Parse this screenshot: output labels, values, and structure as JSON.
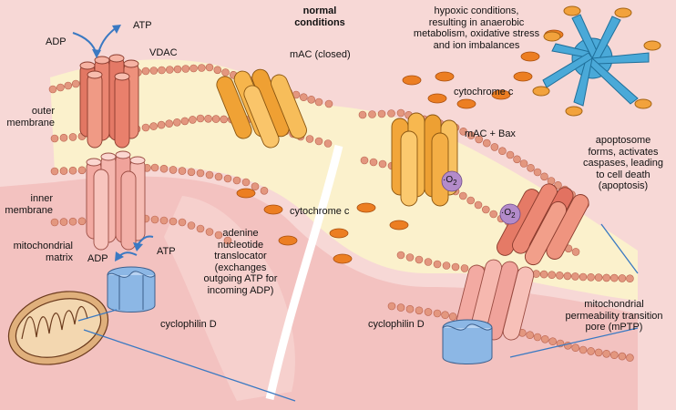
{
  "headings": {
    "normal": [
      "normal",
      "conditions"
    ],
    "hypoxic_title": "hypoxic conditions,",
    "hypoxic_sub": [
      "resulting in anaerobic",
      "metabolism, oxidative stress",
      "and ion imbalances"
    ]
  },
  "labels": {
    "adp_top": "ADP",
    "atp_top": "ATP",
    "vdac": "VDAC",
    "outer_membrane": [
      "outer",
      "membrane"
    ],
    "inner_membrane": [
      "inner",
      "membrane"
    ],
    "matrix": [
      "mitochondrial",
      "matrix"
    ],
    "adp_bottom": "ADP",
    "atp_bottom": "ATP",
    "ant": [
      "adenine",
      "nucleotide",
      "translocator",
      "(exchanges",
      "outgoing ATP for",
      "incoming ADP)"
    ],
    "cyclophilin_left": "cyclophilin D",
    "mac_closed": "mAC (closed)",
    "cytochrome_center": "cytochrome c",
    "cytochrome_right": "cytochrome c",
    "mac_bax": "mAC + Bax",
    "o2_symbol": "·O",
    "o2_sub": "2",
    "apoptosome": [
      "apoptosome",
      "forms, activates",
      "caspases, leading",
      "to cell death",
      "(apoptosis)"
    ],
    "cyclophilin_right": "cyclophilin D",
    "mptp": [
      "mitochondrial",
      "permeability transition",
      "pore (mPTP)"
    ]
  },
  "colors": {
    "cytosol": "#f6d3d1",
    "membrane_band": "#fbefc4",
    "matrix": "#f2bfbe",
    "lipid_head": "#e59a82",
    "vdac": "#e9826c",
    "ant": "#f2a9a2",
    "mac": "#f2ac3f",
    "cyclophilin": "#8fb9e6",
    "cytochrome": "#ec7e22",
    "apoptosome": "#48a7d6",
    "ros": "#b08ac8",
    "leader_line": "#3a79c2"
  }
}
